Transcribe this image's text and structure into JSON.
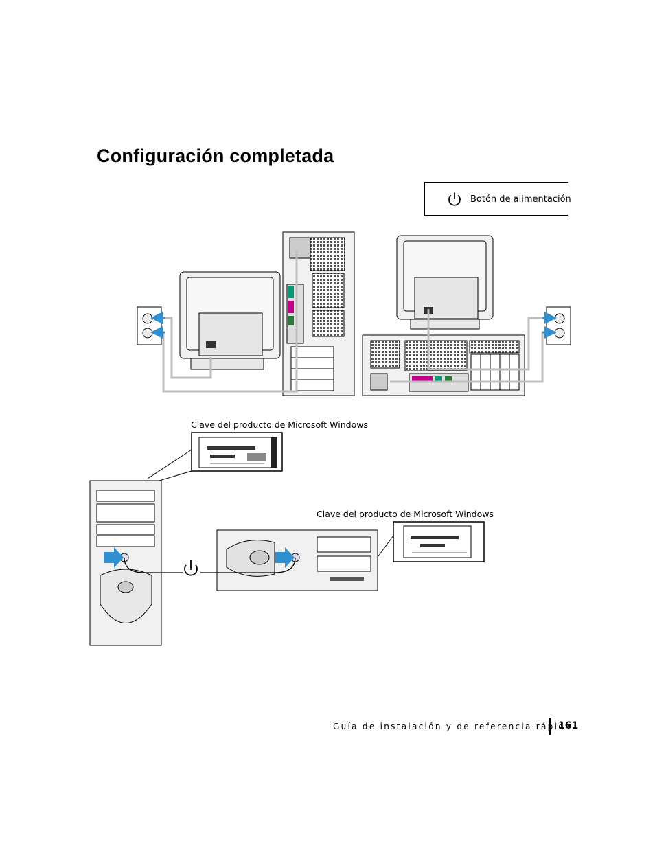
{
  "page": {
    "title": "Configuración completada",
    "legend": {
      "icon": "power-icon",
      "label": "Botón de alimentación"
    },
    "captions": {
      "tower_key": "Clave del producto de Microsoft Windows",
      "desktop_key": "Clave del producto de Microsoft Windows"
    },
    "footer": {
      "text": "Guía de instalación y de referencia rápida",
      "page_number": "161"
    }
  },
  "colors": {
    "arrow": "#2f8fd0",
    "cable": "#bdbdbd",
    "device_fill": "#f1f1f1",
    "line": "#000000"
  }
}
